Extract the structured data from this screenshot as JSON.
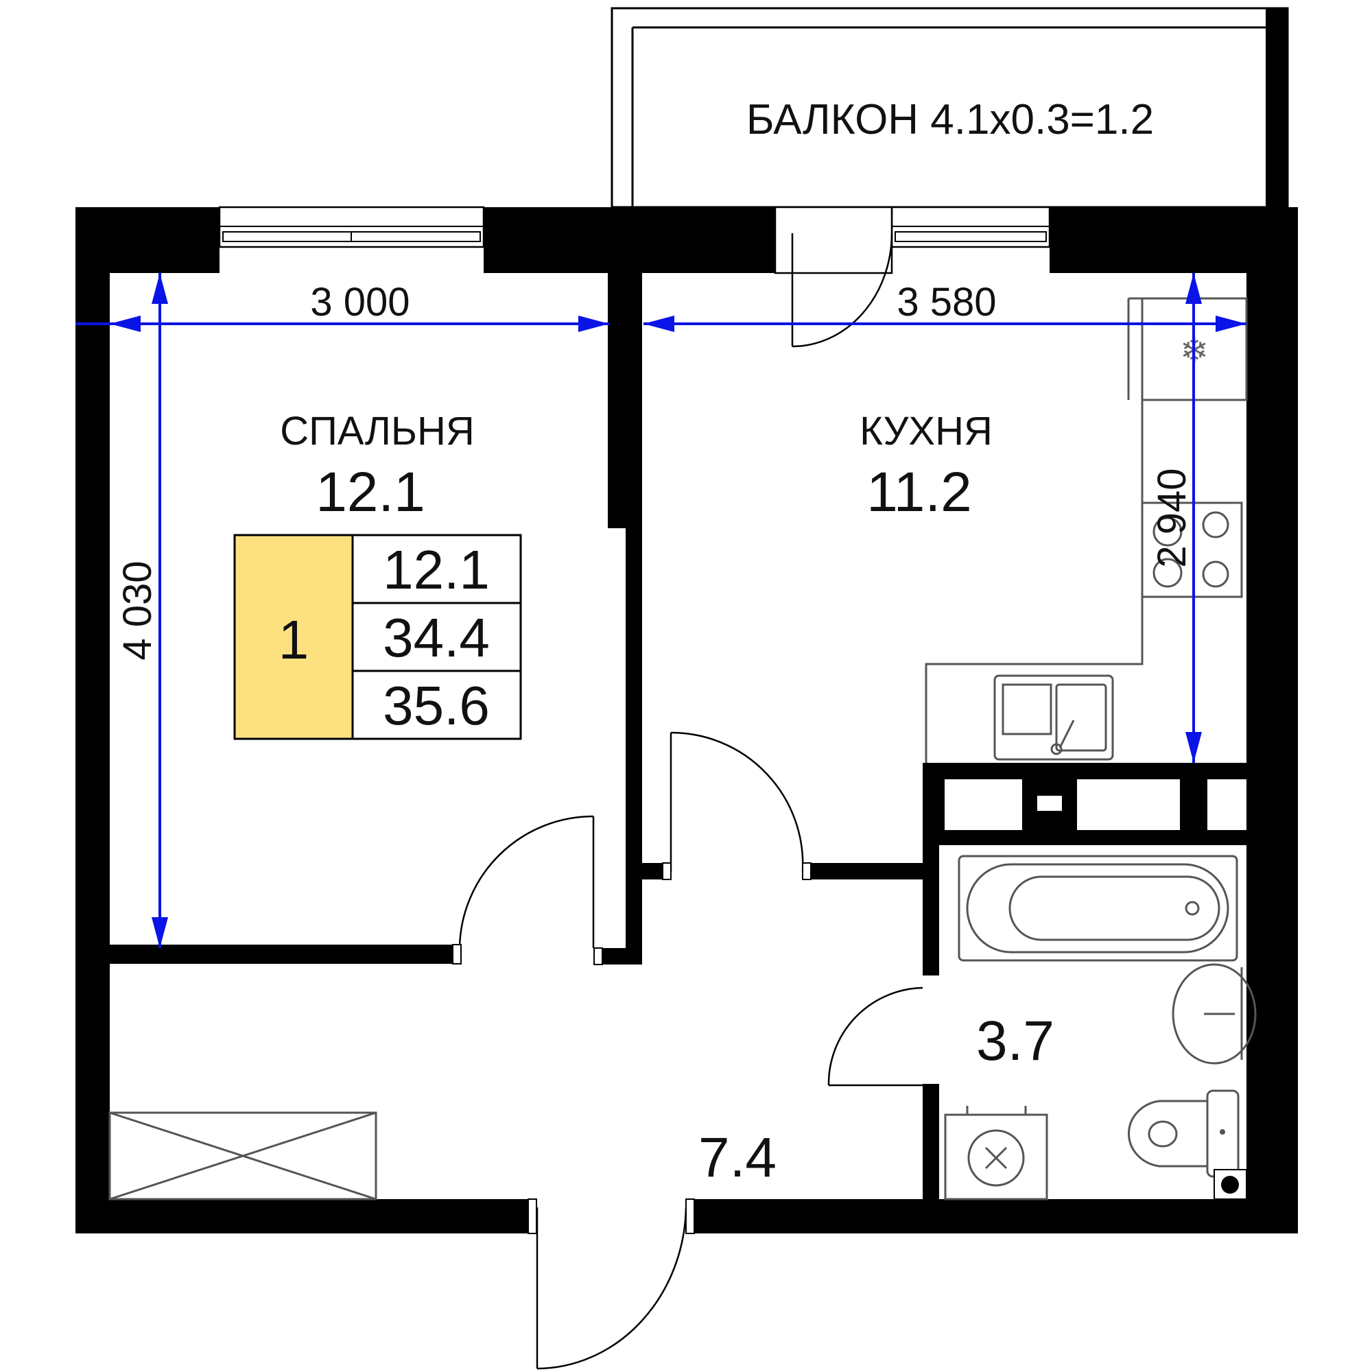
{
  "rooms": {
    "balcony": {
      "label": "БАЛКОН 4.1х0.3=1.2"
    },
    "bedroom": {
      "name": "СПАЛЬНЯ",
      "area": "12.1"
    },
    "kitchen": {
      "name": "КУХНЯ",
      "area": "11.2"
    },
    "bathroom": {
      "area": "3.7"
    },
    "hallway": {
      "area": "7.4"
    }
  },
  "dimensions": {
    "bedroom_width": "3 000",
    "kitchen_width": "3 580",
    "bedroom_depth": "4 030",
    "kitchen_depth": "2 940"
  },
  "summary_table": {
    "rooms_count": "1",
    "living_area": "12.1",
    "total_area": "34.4",
    "total_with_balcony": "35.6",
    "badge_color": "#fde181"
  },
  "colors": {
    "wall": "#000000",
    "dimension": "#0a14e6",
    "fixtures": "#555555"
  }
}
